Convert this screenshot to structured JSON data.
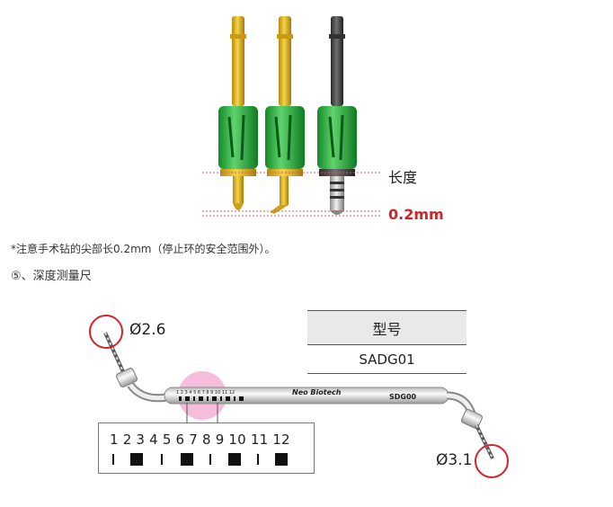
{
  "top_figure": {
    "label_length": "长度",
    "label_tip": "0.2mm"
  },
  "note": "*注意手术钻的尖部长0.2mm（停止环的安全范围外）。",
  "section_heading": "⑤、深度测量尺",
  "gauge": {
    "diameter_left": "Ø2.6",
    "diameter_right": "Ø3.1",
    "brand": "Neo Biotech",
    "engraved_code": "SDG00",
    "tiny_scale": "1 2 3 4 5 6 7 8 9 10 11 12",
    "scale_numbers": "1 2 3 4 5 6 7 8 9 10 11 12"
  },
  "table": {
    "header": "型号",
    "value": "SADG01"
  },
  "colors": {
    "accent_red": "#d2232a",
    "drill_gold": "#e2b51d",
    "drill_green": "#22a83a",
    "highlight_pink": "#ee8fc4"
  }
}
